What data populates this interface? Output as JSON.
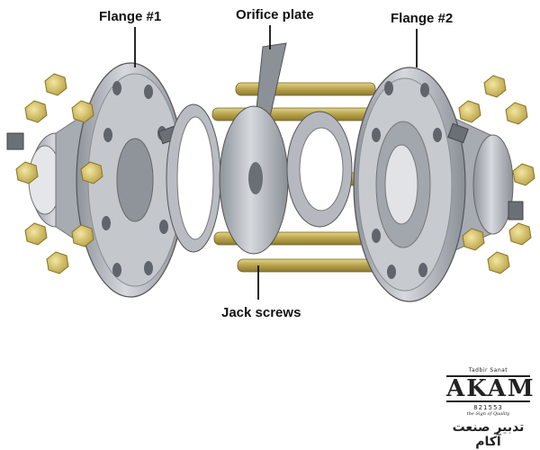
{
  "labels": {
    "flange1": "Flange #1",
    "orifice": "Orifice plate",
    "flange2": "Flange #2",
    "jack": "Jack screws"
  },
  "logo": {
    "top_text": "Tadbir Sanat",
    "brand": "AKAM",
    "code": "821553",
    "slogan": "the Sign of Quality",
    "persian": "تدبیر صنعت آکام"
  },
  "colors": {
    "flange": "#b4b8bf",
    "flange_dark": "#7d828a",
    "bolt": "#c9b45a",
    "nut": "#d9c46a",
    "text": "#111111"
  }
}
